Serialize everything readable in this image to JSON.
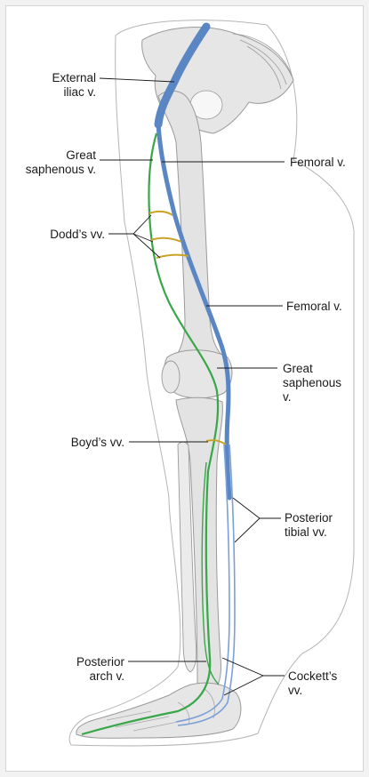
{
  "labels": {
    "external_iliac": [
      "External",
      "iliac v."
    ],
    "great_saphenous_upper": [
      "Great",
      "saphenous v."
    ],
    "femoral_upper": [
      "Femoral v."
    ],
    "dodds": [
      "Dodd’s vv."
    ],
    "femoral_lower": [
      "Femoral v."
    ],
    "great_saphenous_lower": [
      "Great",
      "saphenous",
      "v."
    ],
    "boyds": [
      "Boyd’s vv."
    ],
    "posterior_tibial": [
      "Posterior",
      "tibial vv."
    ],
    "posterior_arch": [
      "Posterior",
      "arch v."
    ],
    "cocketts": [
      "Cockett’s",
      "vv."
    ]
  },
  "colors": {
    "femoral_vein": "#5b86c4",
    "saphenous_vein": "#3aa64a",
    "perforator": "#c9a227",
    "bone": "#e3e3e3",
    "outline": "#9a9a9a"
  }
}
